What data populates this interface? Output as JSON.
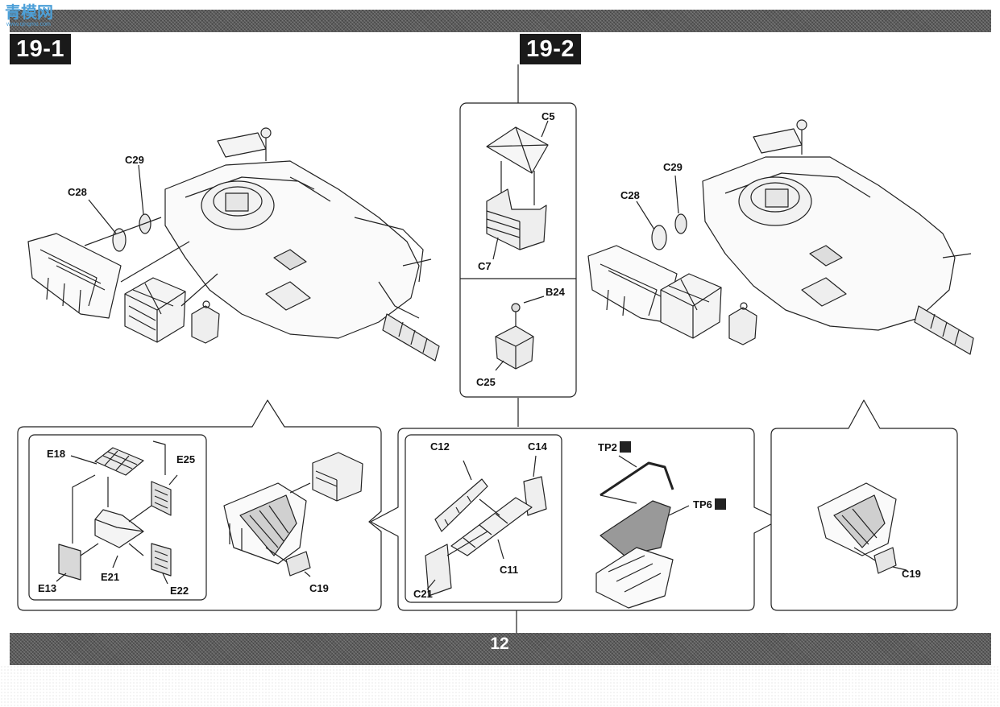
{
  "site_logo": {
    "text": "青模网",
    "subtext": "www.qingmo.com"
  },
  "steps": {
    "left": "19-1",
    "right": "19-2"
  },
  "page_number": "12",
  "labels": {
    "c28_left": "C28",
    "c29_left": "C29",
    "c28_right": "C28",
    "c29_right": "C29",
    "c5": "C5",
    "c7": "C7",
    "b24": "B24",
    "c25": "C25",
    "e18": "E18",
    "e25": "E25",
    "e13": "E13",
    "e21": "E21",
    "e22": "E22",
    "c19_left": "C19",
    "c12": "C12",
    "c14": "C14",
    "c11": "C11",
    "c21": "C21",
    "tp2": "TP2",
    "tp6": "TP6",
    "c19_right": "C19"
  },
  "colors": {
    "band": "#5c5c5c",
    "label_bg": "#1a1a1a",
    "ink": "#222222",
    "logo": "#4da0d8"
  }
}
